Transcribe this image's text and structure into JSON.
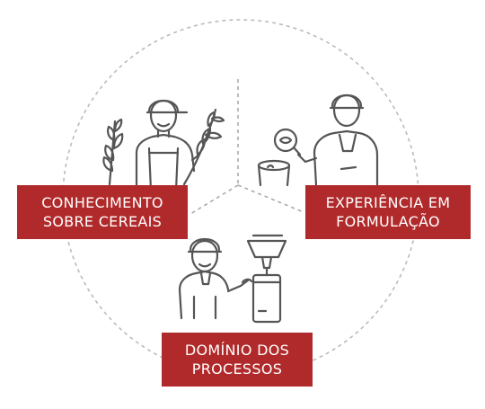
{
  "colors": {
    "label_bg": "#b12a2b",
    "label_text": "#ffffff",
    "illustration": "#555555",
    "circle": "#bbbbbb"
  },
  "segments": [
    {
      "id": "cereais",
      "icon": "farmer-with-wheat-icon",
      "line1": "CONHECIMENTO",
      "line2": "SOBRE CEREAIS"
    },
    {
      "id": "formulacao",
      "icon": "worker-with-magnifier-icon",
      "line1": "EXPERIÊNCIA EM",
      "line2": "FORMULAÇÃO"
    },
    {
      "id": "processos",
      "icon": "worker-with-machine-icon",
      "line1": "DOMÍNIO DOS",
      "line2": "PROCESSOS"
    }
  ]
}
